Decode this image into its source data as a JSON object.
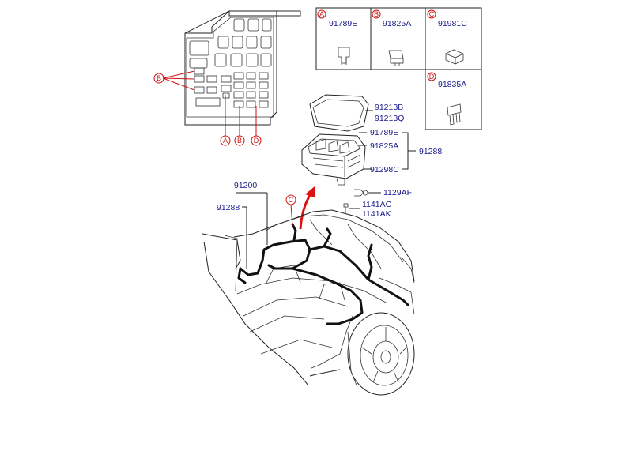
{
  "legend": [
    {
      "letter": "A",
      "part": "91789E"
    },
    {
      "letter": "B",
      "part": "91825A"
    },
    {
      "letter": "C",
      "part": "91981C"
    },
    {
      "letter": "D",
      "part": "91835A"
    }
  ],
  "fuse_box_callouts": {
    "left": "B",
    "bottom": [
      "A",
      "B",
      "D"
    ]
  },
  "cover_parts": [
    "91213B",
    "91213Q"
  ],
  "junction_parts": {
    "relay": "91789E",
    "fuse": "91825A",
    "group": "91288",
    "block": "91298C"
  },
  "fasteners": {
    "bolt": "1129AF",
    "screw_1": "1141AC",
    "screw_2": "1141AK"
  },
  "harness_parts": {
    "main": "91200",
    "sub": "91288"
  },
  "harness_callout": "C",
  "colors": {
    "label": "#1a1a8c",
    "callout": "#cc1111",
    "line": "#222222"
  }
}
